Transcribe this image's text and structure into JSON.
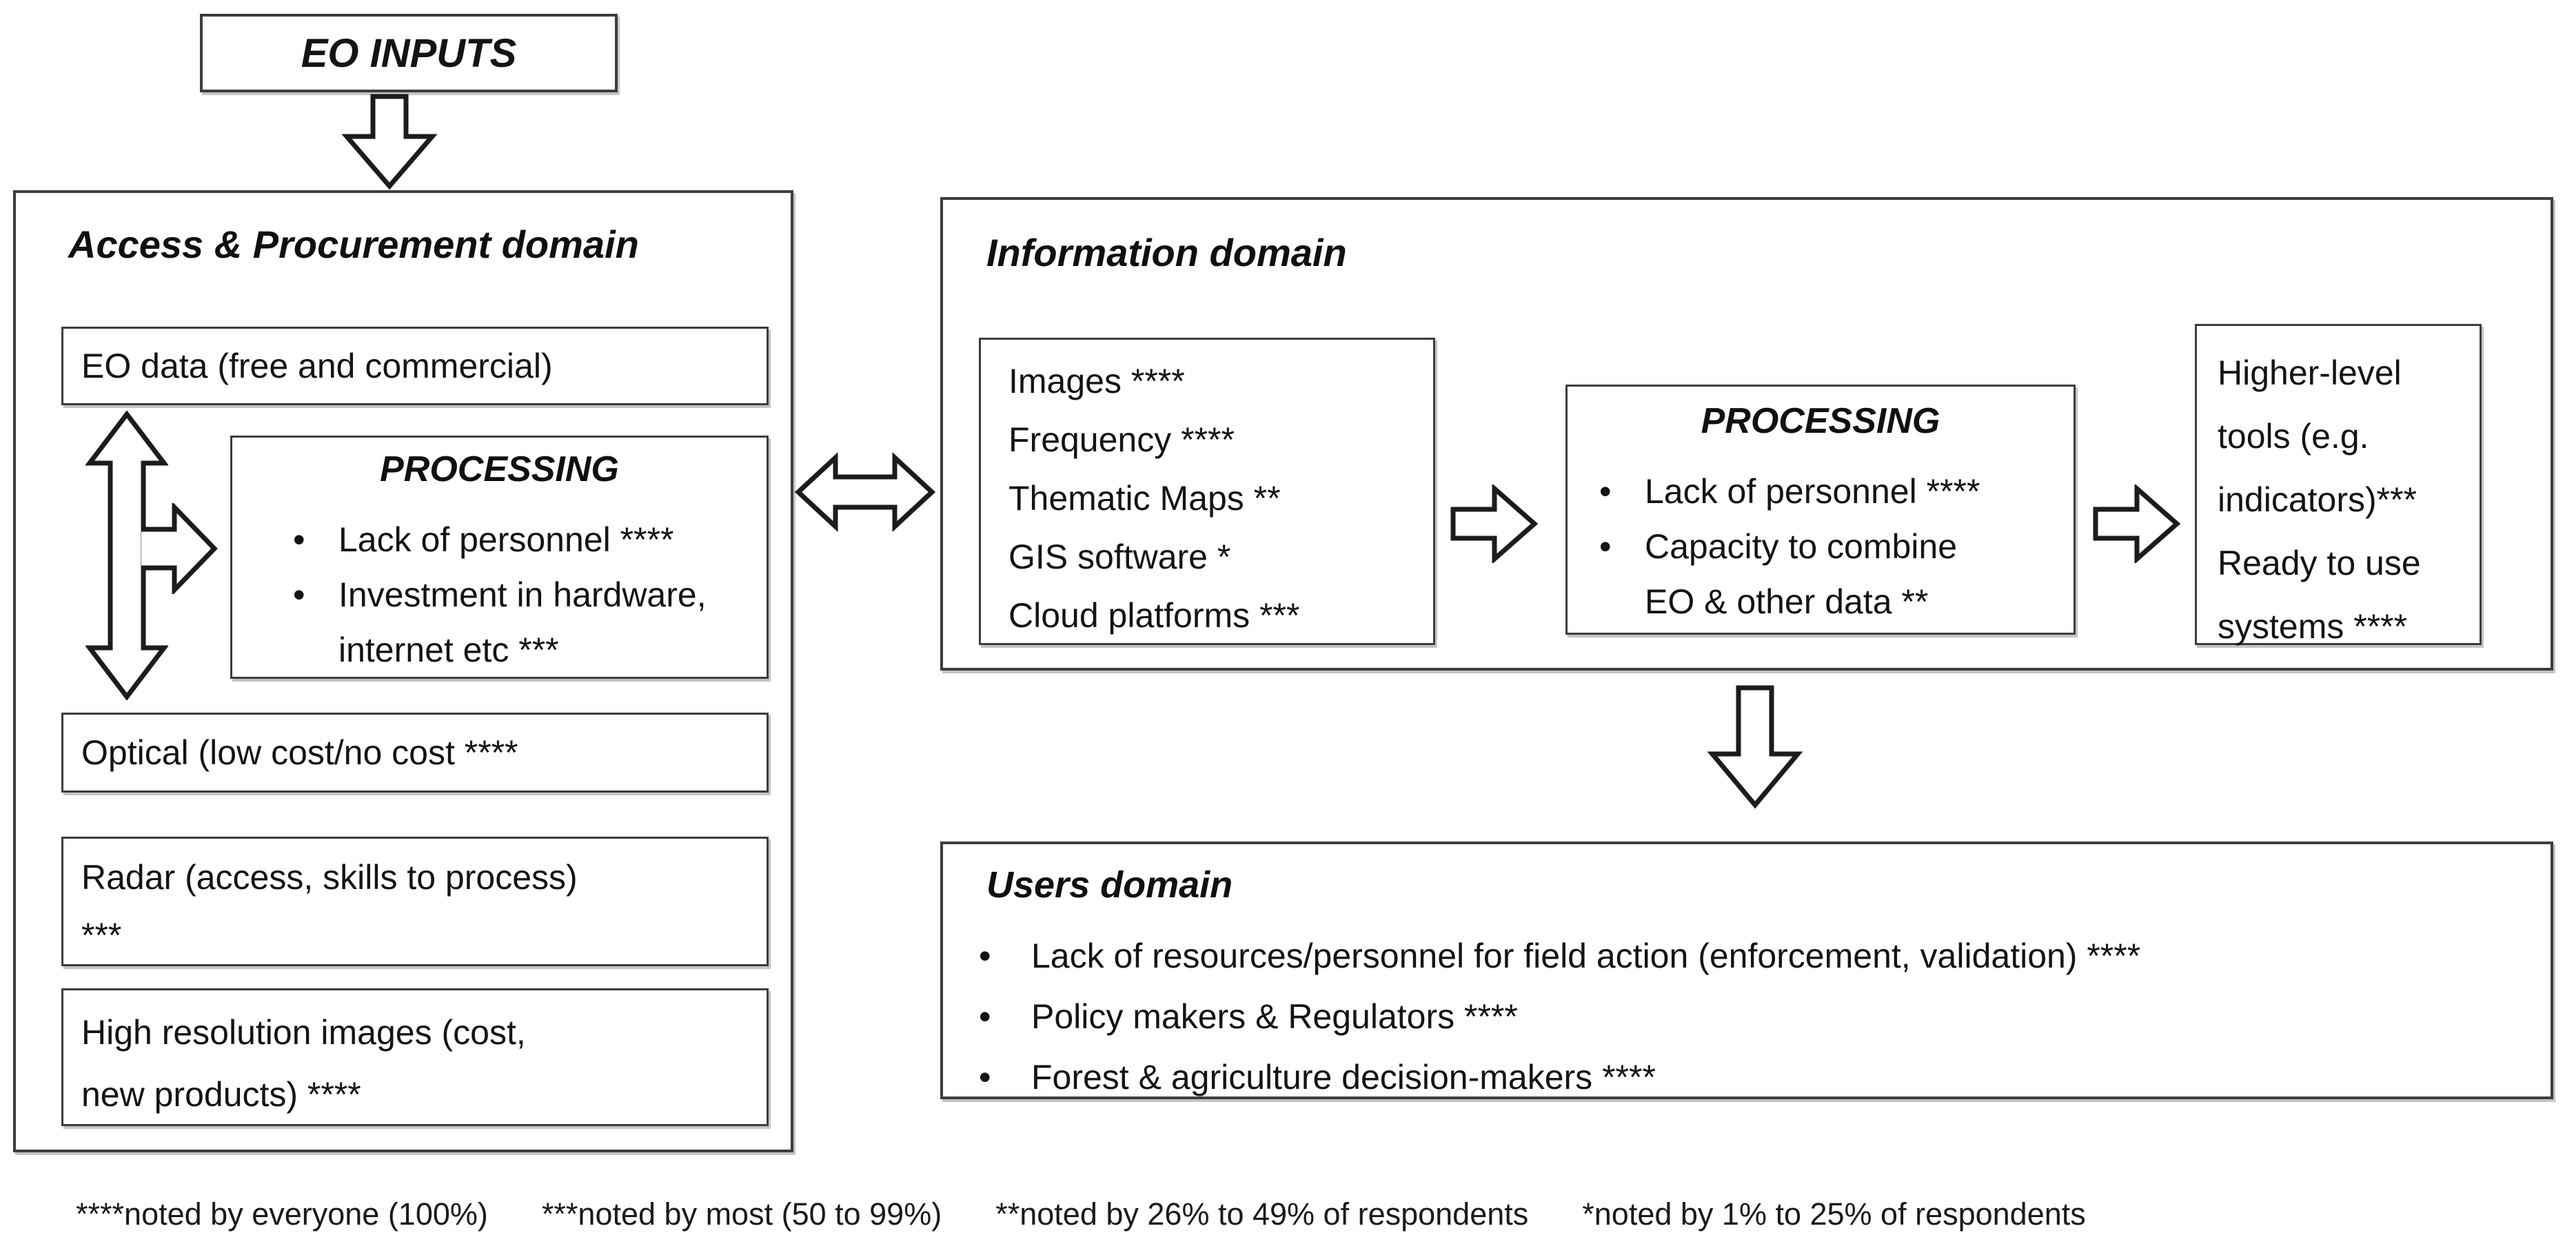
{
  "eo_inputs": {
    "label": "EO INPUTS"
  },
  "access_domain": {
    "title": "Access & Procurement domain",
    "eo_data": "EO data (free and commercial)",
    "processing": {
      "title": "PROCESSING",
      "bullets": [
        "Lack of personnel ****",
        "Investment in hardware,\ninternet etc ***"
      ]
    },
    "optical": "Optical (low cost/no cost ****",
    "radar": "Radar (access, skills to process)\n***",
    "high_resolution": "High resolution images (cost,\nnew products) ****"
  },
  "information_domain": {
    "title": "Information domain",
    "outputs": [
      "Images ****",
      "Frequency ****",
      "Thematic Maps **",
      "GIS software *",
      "Cloud platforms ***"
    ],
    "processing": {
      "title": "PROCESSING",
      "bullets": [
        "Lack of personnel ****",
        "Capacity to combine\nEO & other data **"
      ]
    },
    "tools": "Higher-level\ntools (e.g.\nindicators)***\nReady to use\nsystems ****"
  },
  "users_domain": {
    "title": "Users domain",
    "bullets": [
      "Lack of resources/personnel for field action (enforcement, validation) ****",
      "Policy makers & Regulators ****",
      "Forest & agriculture decision-makers ****"
    ]
  },
  "legend": {
    "everyone": "****noted by everyone (100%)",
    "most": "***noted by most (50 to 99%)",
    "quarter_to_half": "**noted by 26% to 49% of respondents",
    "few": "*noted by 1% to 25% of respondents"
  }
}
